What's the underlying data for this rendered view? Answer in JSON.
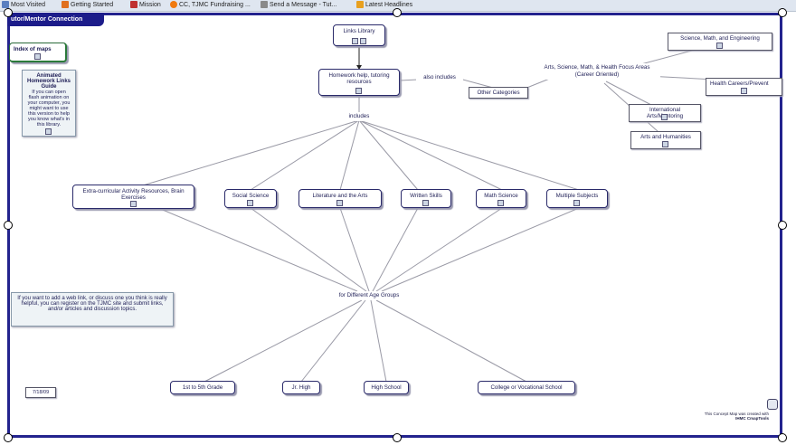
{
  "bookmarks": [
    "Most Visited",
    "Getting Started",
    "Mission",
    "CC, TJMC Fundraising ...",
    "Send a Message - Tut...",
    "Latest Headlines"
  ],
  "frame": {
    "title": "utor/Mentor Connection"
  },
  "nodes": {
    "links_library": "Links Library",
    "homework": "Homework help, tutoring resources",
    "index_maps": "Index of maps",
    "animated_title": "Animated Homework Links Guide",
    "animated_body": "If you can open flash animation on your computer, you might want to use this version to help you know what's in this library.",
    "also_includes": "also includes",
    "other_categories": "Other Categories",
    "science_eng": "Science, Math, and Engineering",
    "arts_sci": "Arts, Science, Math, & Health Focus Areas (Career Oriented)",
    "health": "Health Careers/Prevent",
    "intl": "International Arts/Mentoring",
    "arts_hum": "Arts and Humanities",
    "includes": "includes",
    "extra": "Extra-curricular Activity Resources, Brain Exercises",
    "social": "Social Science",
    "literature": "Literature and the Arts",
    "written": "Written Skills",
    "math": "Math Science",
    "multiple": "Multiple Subjects",
    "age_groups": "for Different Age Groups",
    "grade": "1st to 5th Grade",
    "jrhigh": "Jr. High",
    "highschool": "High School",
    "college": "College or Vocational School",
    "add_link": "If you want to add a web link, or discuss one you think is really helpful, you can register on the TJMC site and submit links, and/or articles and discussion topics.",
    "date": "7/18/09"
  },
  "credit": [
    "This Concept Map was created with",
    "IHMC CmapTools"
  ]
}
